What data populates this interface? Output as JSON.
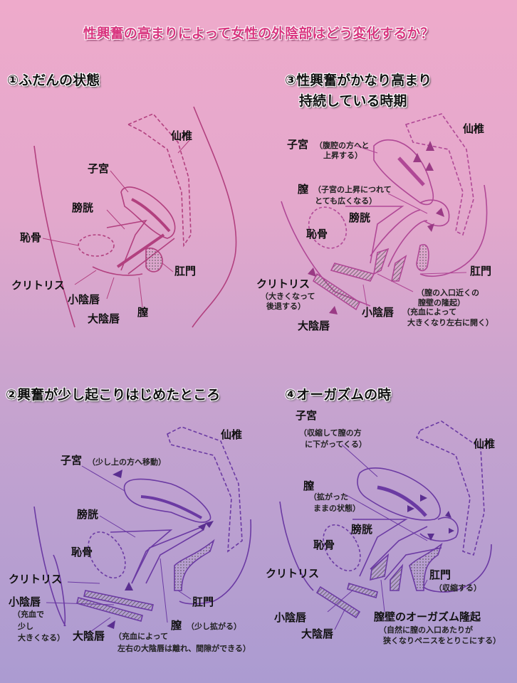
{
  "title": "性興奮の高まりによって女性の外陰部はどう変化するか？",
  "colors": {
    "title": "#d8357f",
    "panel1": "#b2407f",
    "panel3": "#b04896",
    "panel2": "#6b3aa3",
    "panel4": "#6b3aa3"
  },
  "panel1": {
    "heading": "①ふだんの状態",
    "labels": {
      "sacrum": "仙椎",
      "uterus": "子宮",
      "bladder": "膀胱",
      "pubis": "恥骨",
      "clitoris": "クリトリス",
      "labia_minora": "小陰唇",
      "labia_majora": "大陰唇",
      "vagina": "膣",
      "anus": "肛門"
    }
  },
  "panel3": {
    "heading_1": "③性興奮がかなり高まり",
    "heading_2": "持続している時期",
    "labels": {
      "sacrum": "仙椎",
      "uterus": "子宮",
      "uterus_note_1": "（腹腔の方へと",
      "uterus_note_2": "上昇する）",
      "vagina": "膣",
      "vagina_note_1": "（子宮の上昇につれて",
      "vagina_note_2": "とても広くなる）",
      "bladder": "膀胱",
      "pubis": "恥骨",
      "clitoris": "クリトリス",
      "clitoris_note_1": "（大きくなって",
      "clitoris_note_2": "後退する）",
      "labia_majora": "大陰唇",
      "labia_minora": "小陰唇",
      "labia_minora_note_1": "（充血によって",
      "labia_minora_note_2": "大きくなり左右に開く）",
      "anus": "肛門",
      "wall_note_1": "（膣の入口近くの",
      "wall_note_2": "膣壁の隆起）"
    }
  },
  "panel2": {
    "heading": "②興奮が少し起こりはじめたところ",
    "labels": {
      "sacrum": "仙椎",
      "uterus": "子宮",
      "uterus_note": "（少し上の方へ移動）",
      "bladder": "膀胱",
      "pubis": "恥骨",
      "clitoris": "クリトリス",
      "labia_minora": "小陰唇",
      "labia_minora_note_1": "（充血で",
      "labia_minora_note_2": "少し",
      "labia_minora_note_3": "大きくなる）",
      "labia_majora": "大陰唇",
      "labia_majora_note_1": "（充血によって",
      "labia_majora_note_2": "左右の大陰唇は離れ、間隙ができる）",
      "vagina": "膣",
      "vagina_note": "（少し拡がる）",
      "anus": "肛門"
    }
  },
  "panel4": {
    "heading": "④オーガズムの時",
    "labels": {
      "uterus": "子宮",
      "uterus_note_1": "（収縮して膣の方",
      "uterus_note_2": "に下がってくる）",
      "sacrum": "仙椎",
      "vagina": "膣",
      "vagina_note_1": "（拡がった",
      "vagina_note_2": "ままの状態）",
      "bladder": "膀胱",
      "pubis": "恥骨",
      "clitoris": "クリトリス",
      "anus": "肛門",
      "anus_note": "（収縮する）",
      "labia_minora": "小陰唇",
      "labia_majora": "大陰唇",
      "orgasmic": "膣壁のオーガズム隆起",
      "orgasmic_note_1": "（自然に膣の入口あたりが",
      "orgasmic_note_2": "狭くなりペニスをとりこにする）"
    }
  }
}
